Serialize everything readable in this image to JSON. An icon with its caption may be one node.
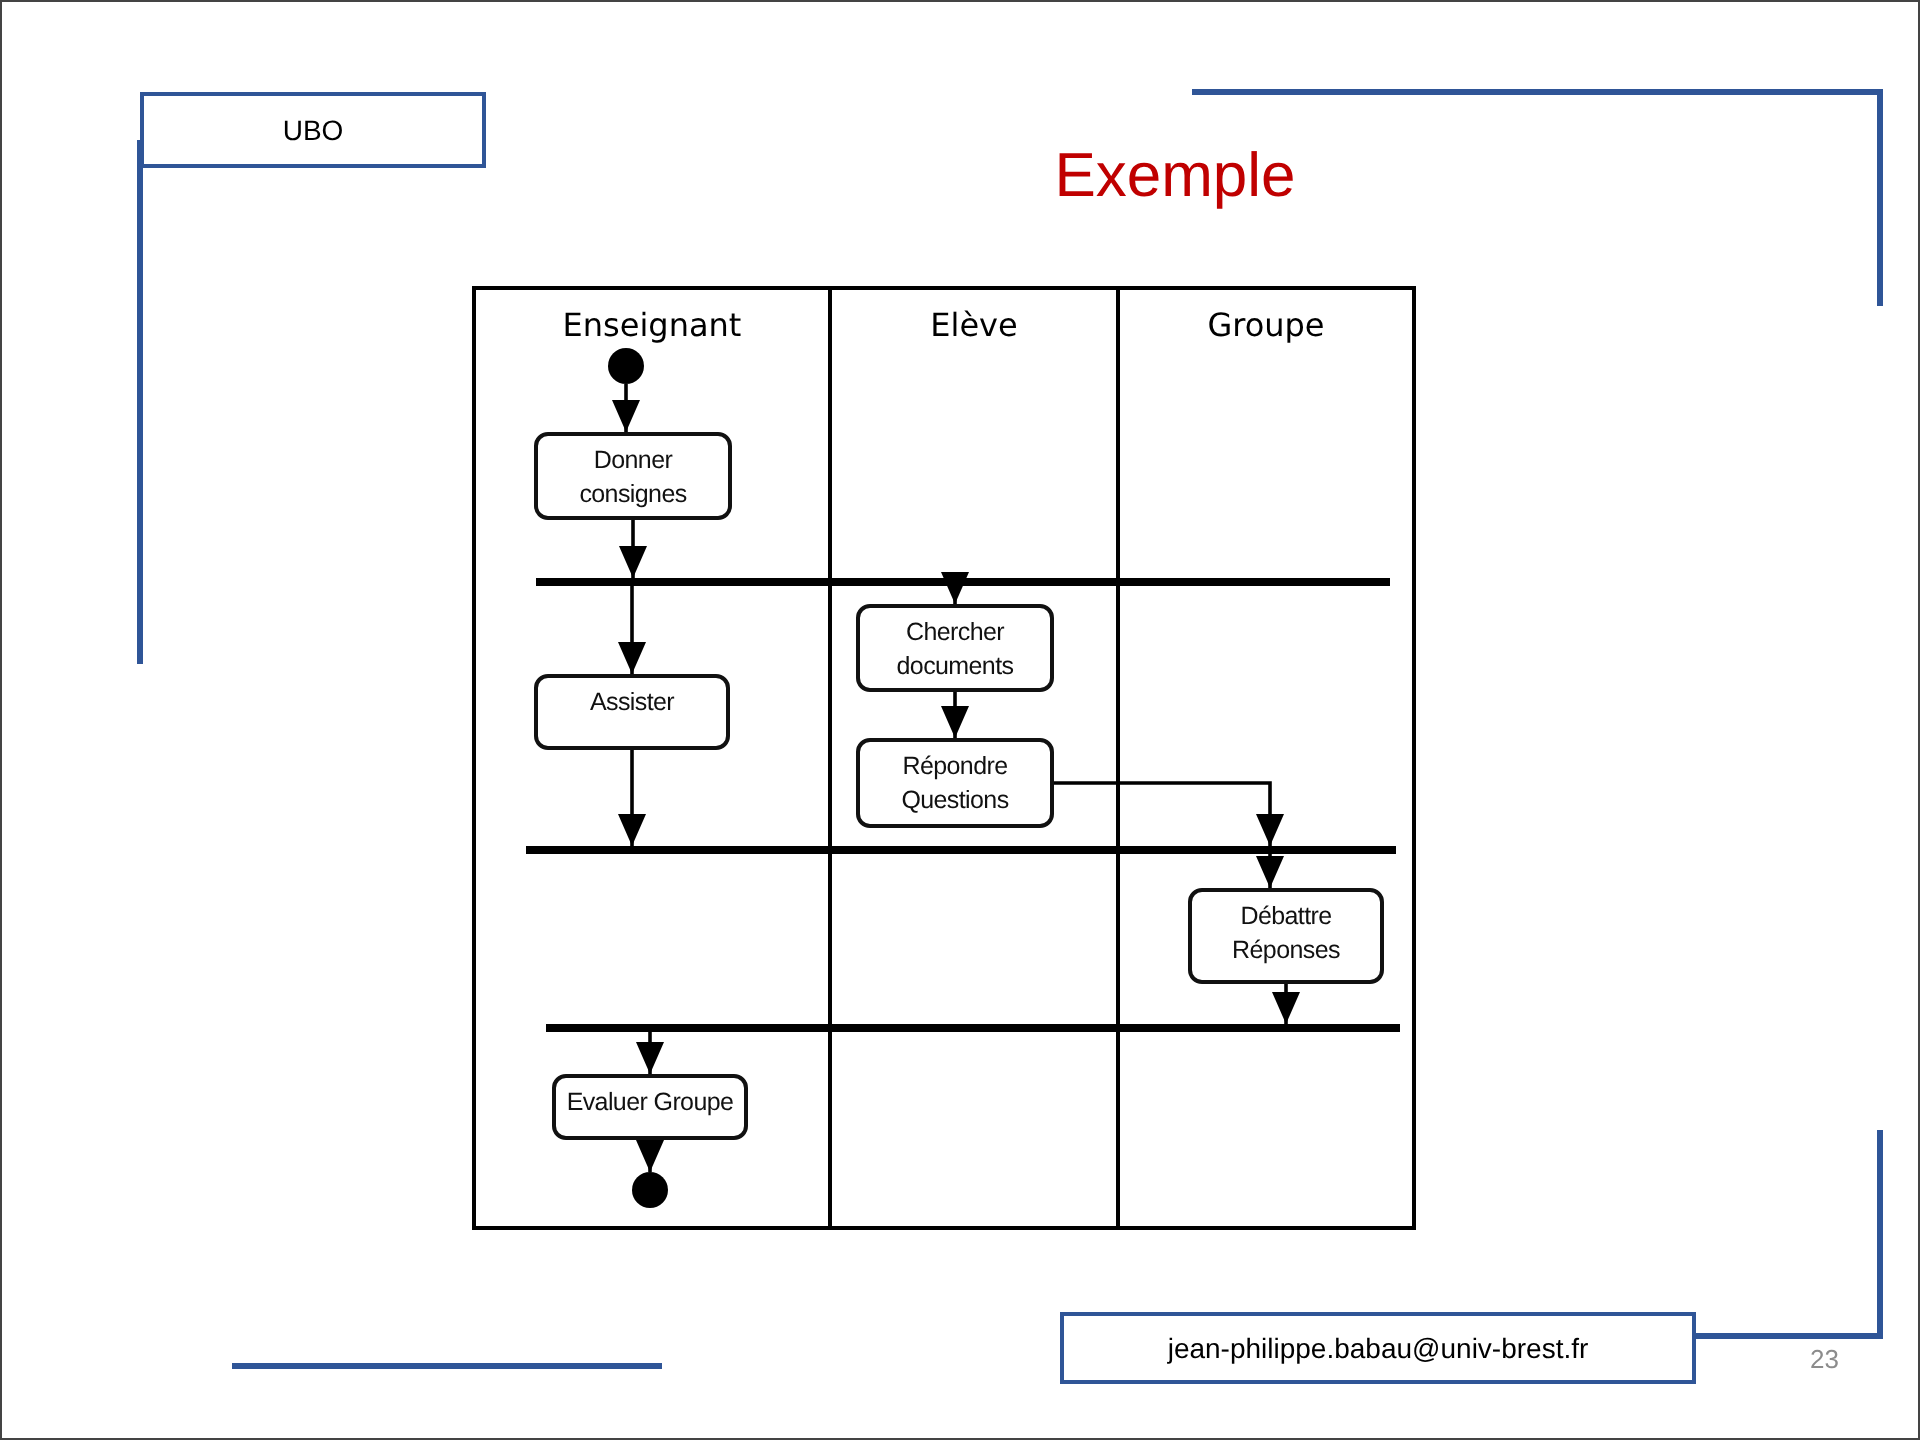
{
  "diagram": {
    "title": "Exemple",
    "nodes": [
      {
        "text": [
          "UBO"
        ]
      },
      {
        "text": [
          "Enseignant"
        ]
      },
      {
        "text": [
          "Elève"
        ]
      },
      {
        "text": [
          "Groupe"
        ]
      },
      {
        "text": [],
        "shape": "circle",
        "in": 1
      },
      {
        "text": [
          "Donner consignes"
        ],
        "in": 1
      },
      {
        "text": [],
        "shape": "bar"
      },
      {
        "text": [
          "Assister"
        ],
        "in": 1
      },
      {
        "text": [
          "Chercher documents"
        ],
        "in": 2
      },
      {
        "text": [
          "Répondre Questions"
        ],
        "in": 2
      },
      {
        "text": [],
        "shape": "bar"
      },
      {
        "text": [
          "Débattre Réponses"
        ],
        "in": 3
      },
      {
        "text": [],
        "shape": "bar"
      },
      {
        "text": [
          "Evaluer Groupe"
        ],
        "in": 1
      },
      {
        "text": [],
        "shape": "circle",
        "in": 1
      },
      {
        "text": [
          "jean-philippe.babau@univ-brest.fr"
        ]
      }
    ],
    "edges": [
      {
        "from": 4,
        "to": 5,
        "arrow": "to"
      },
      {
        "from": 5,
        "to": 6,
        "arrow": "to"
      },
      {
        "from": 6,
        "to": 7,
        "arrow": "to"
      },
      {
        "from": 6,
        "to": 8,
        "arrow": "to"
      },
      {
        "from": 8,
        "to": 9,
        "arrow": "to"
      },
      {
        "from": 7,
        "to": 10,
        "arrow": "to"
      },
      {
        "from": 9,
        "to": 10,
        "arrow": "to"
      },
      {
        "from": 10,
        "to": 11,
        "arrow": "to"
      },
      {
        "from": 11,
        "to": 12,
        "arrow": "to"
      },
      {
        "from": 12,
        "to": 13,
        "arrow": "to"
      },
      {
        "from": 13,
        "to": 14,
        "arrow": "to"
      }
    ],
    "labels": [
      "23"
    ]
  }
}
